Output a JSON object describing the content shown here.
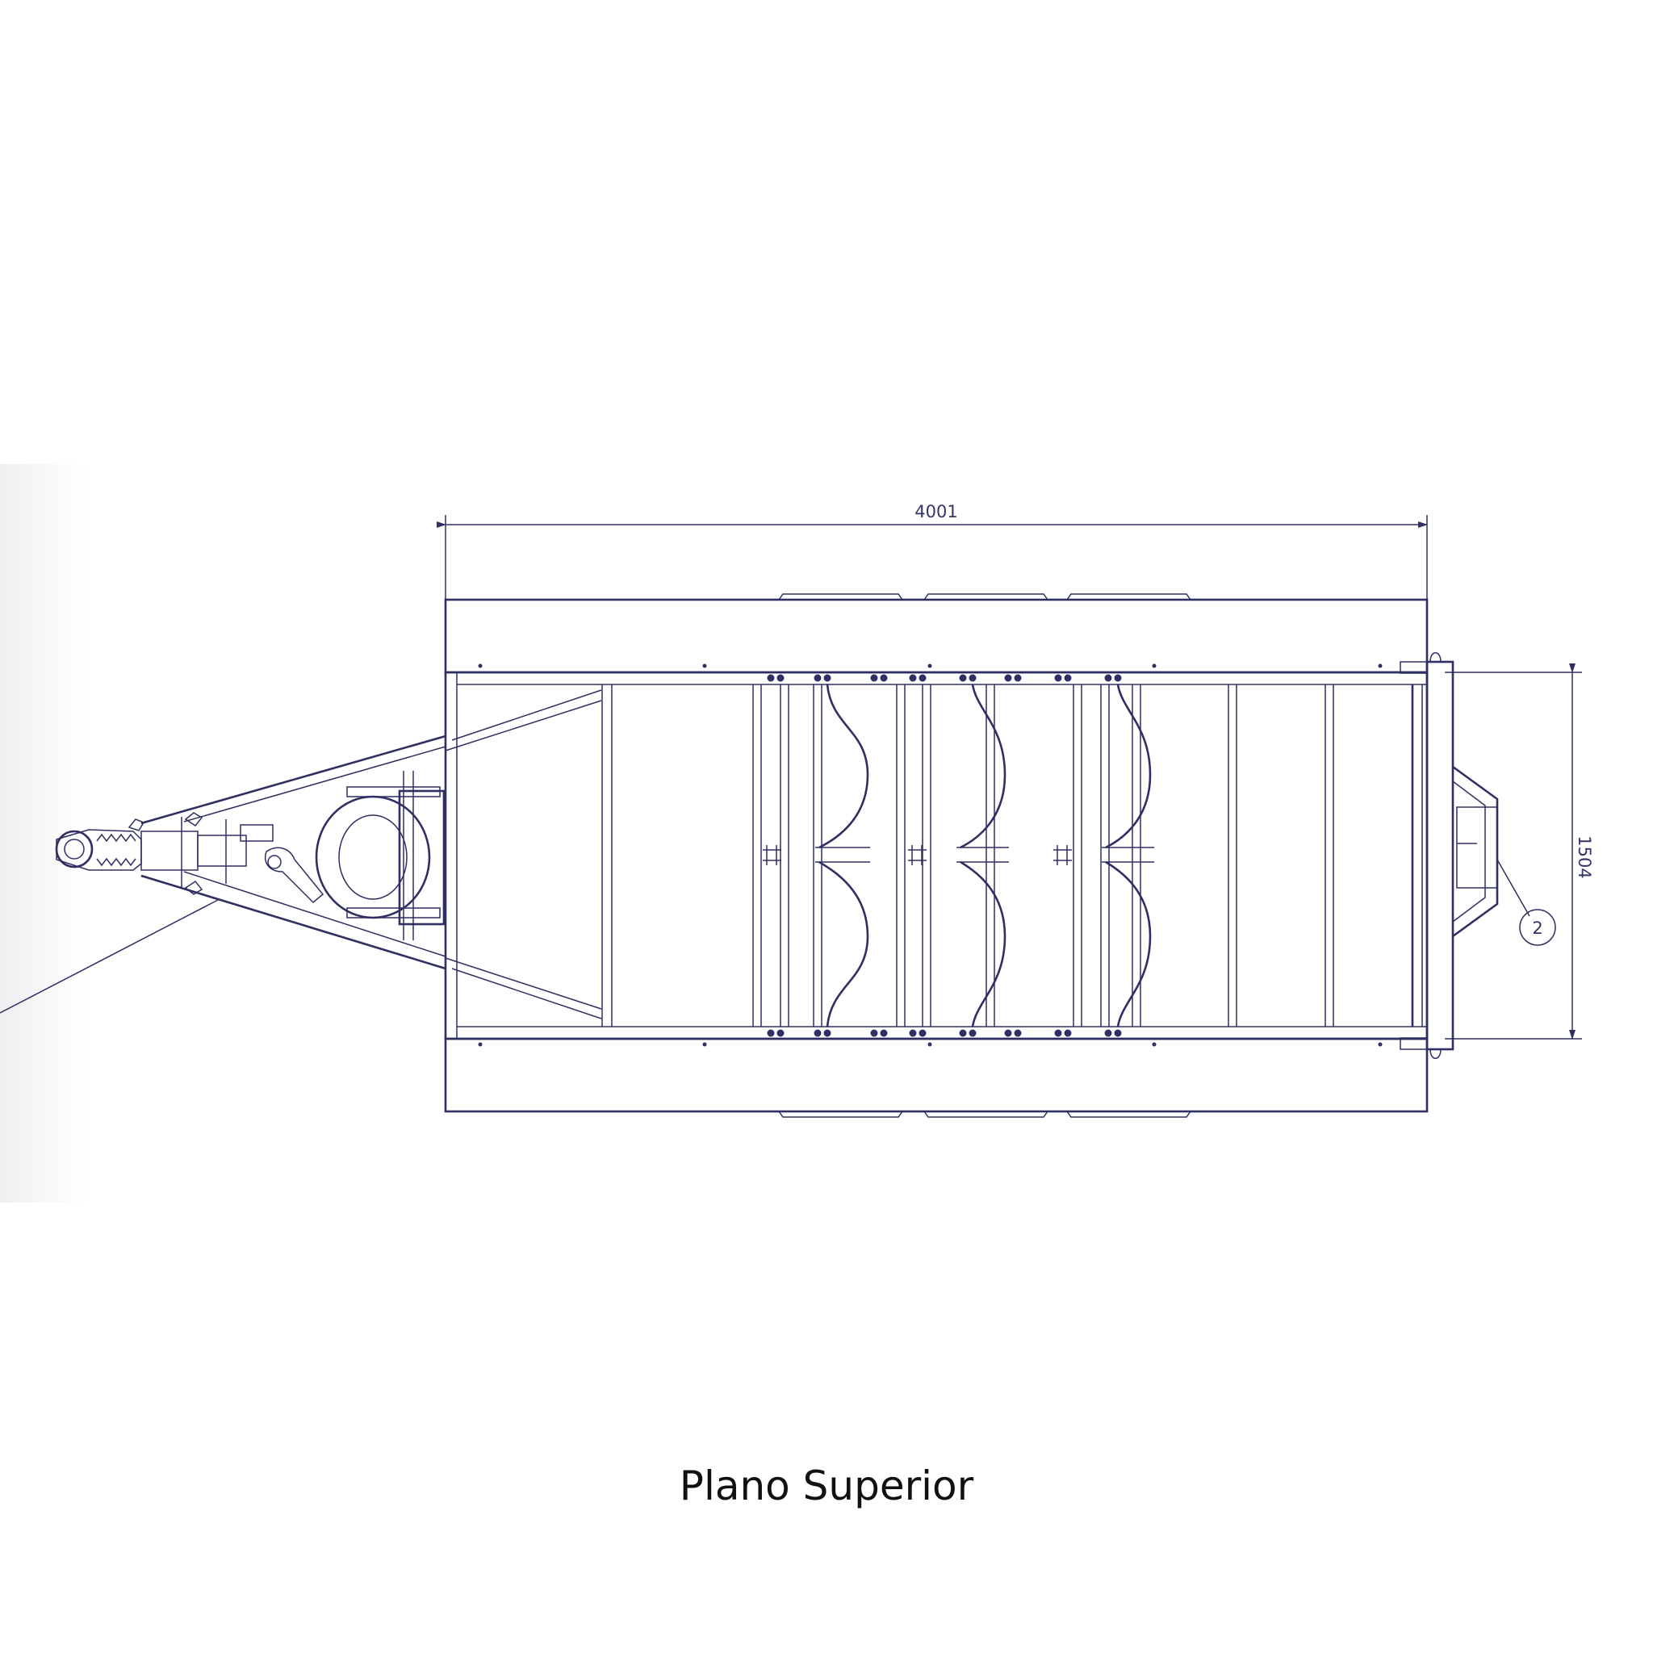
{
  "drawing": {
    "dimension_length": "4001",
    "dimension_width": "1504",
    "callout_label": "2",
    "line_color": "#2f2f63"
  },
  "caption": "Plano Superior"
}
